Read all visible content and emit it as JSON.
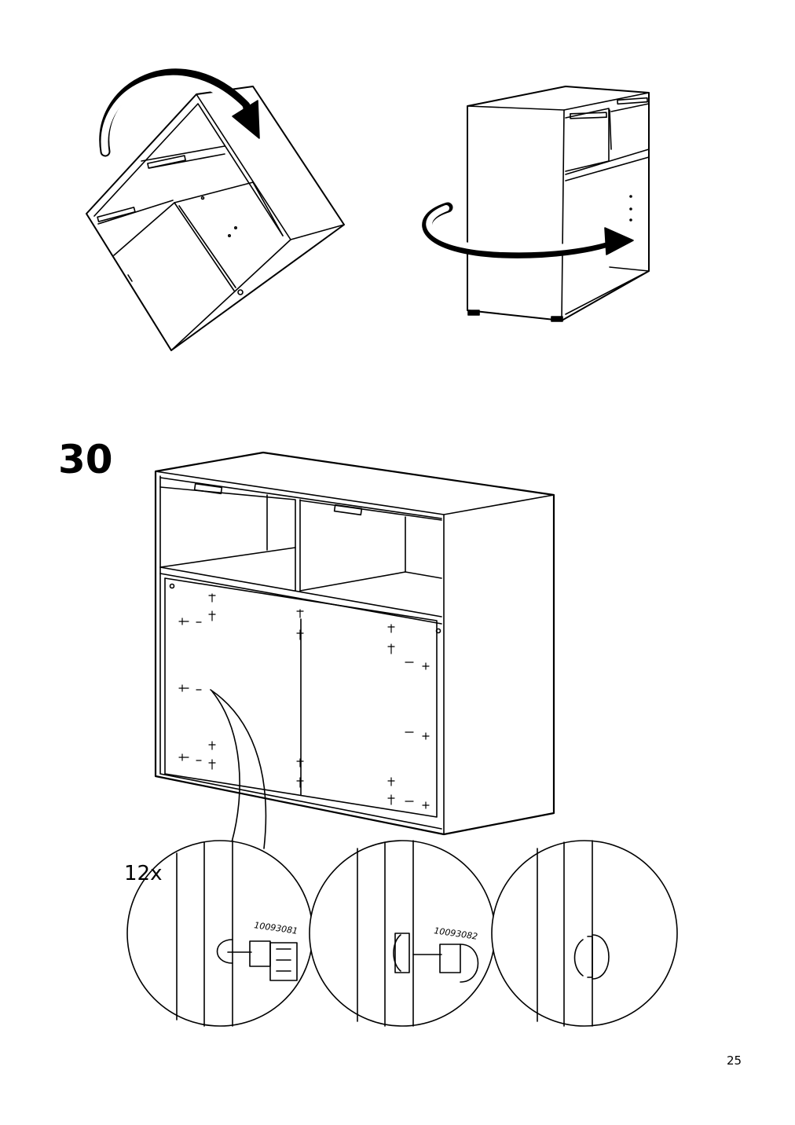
{
  "step": {
    "number": "30"
  },
  "detail": {
    "quantity": "12x",
    "part_a": "10093081",
    "part_b": "10093082"
  },
  "page": {
    "number": "25"
  }
}
